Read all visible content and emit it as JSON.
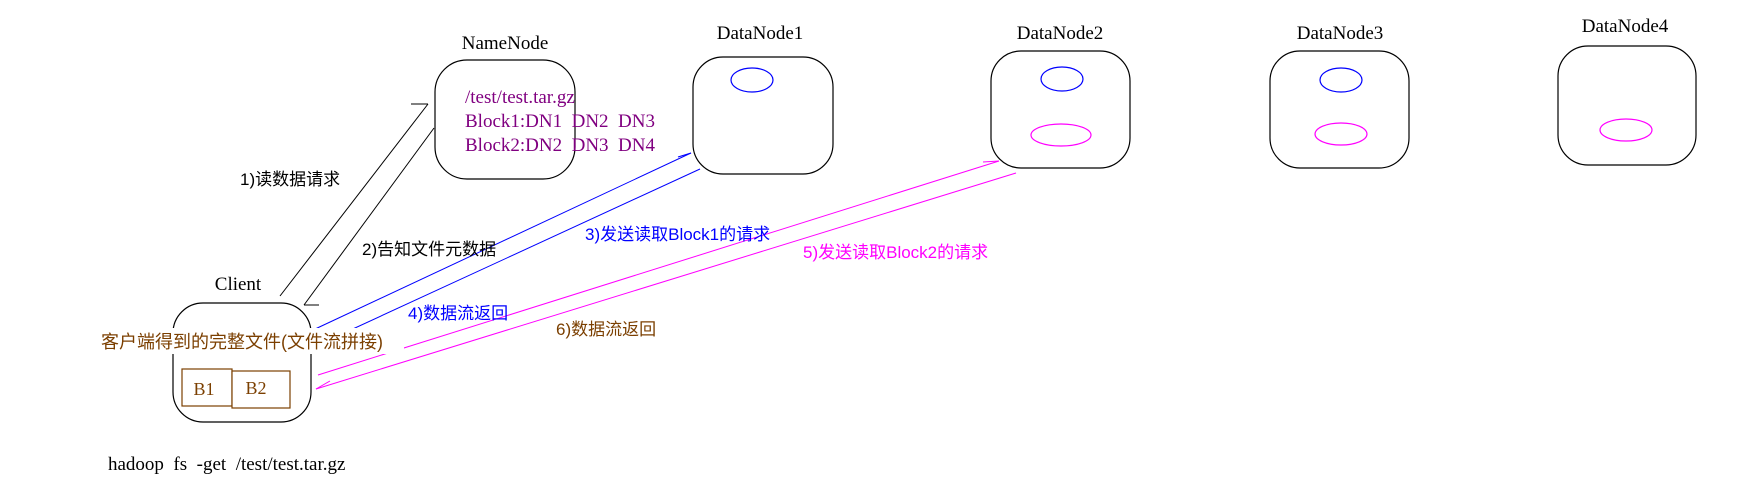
{
  "nodes": {
    "namenode": {
      "title": "NameNode",
      "lines": [
        "/test/test.tar.gz",
        "Block1:DN1  DN2  DN3",
        "Block2:DN2  DN3  DN4"
      ]
    },
    "datanode1": {
      "title": "DataNode1"
    },
    "datanode2": {
      "title": "DataNode2"
    },
    "datanode3": {
      "title": "DataNode3"
    },
    "datanode4": {
      "title": "DataNode4"
    },
    "client": {
      "title": "Client",
      "caption": "客户端得到的完整文件(文件流拼接)",
      "blocks": [
        "B1",
        "B2"
      ]
    }
  },
  "steps": {
    "s1": "1)读数据请求",
    "s2": "2)告知文件元数据",
    "s3": "3)发送读取Block1的请求",
    "s4": "4)数据流返回",
    "s5": "5)发送读取Block2的请求",
    "s6": "6)数据流返回"
  },
  "command": "hadoop  fs  -get  /test/test.tar.gz",
  "colors": {
    "black": "#000000",
    "purple": "#800080",
    "blue": "#0000ff",
    "magenta": "#ff00ff",
    "brown": "#7b3f00"
  }
}
